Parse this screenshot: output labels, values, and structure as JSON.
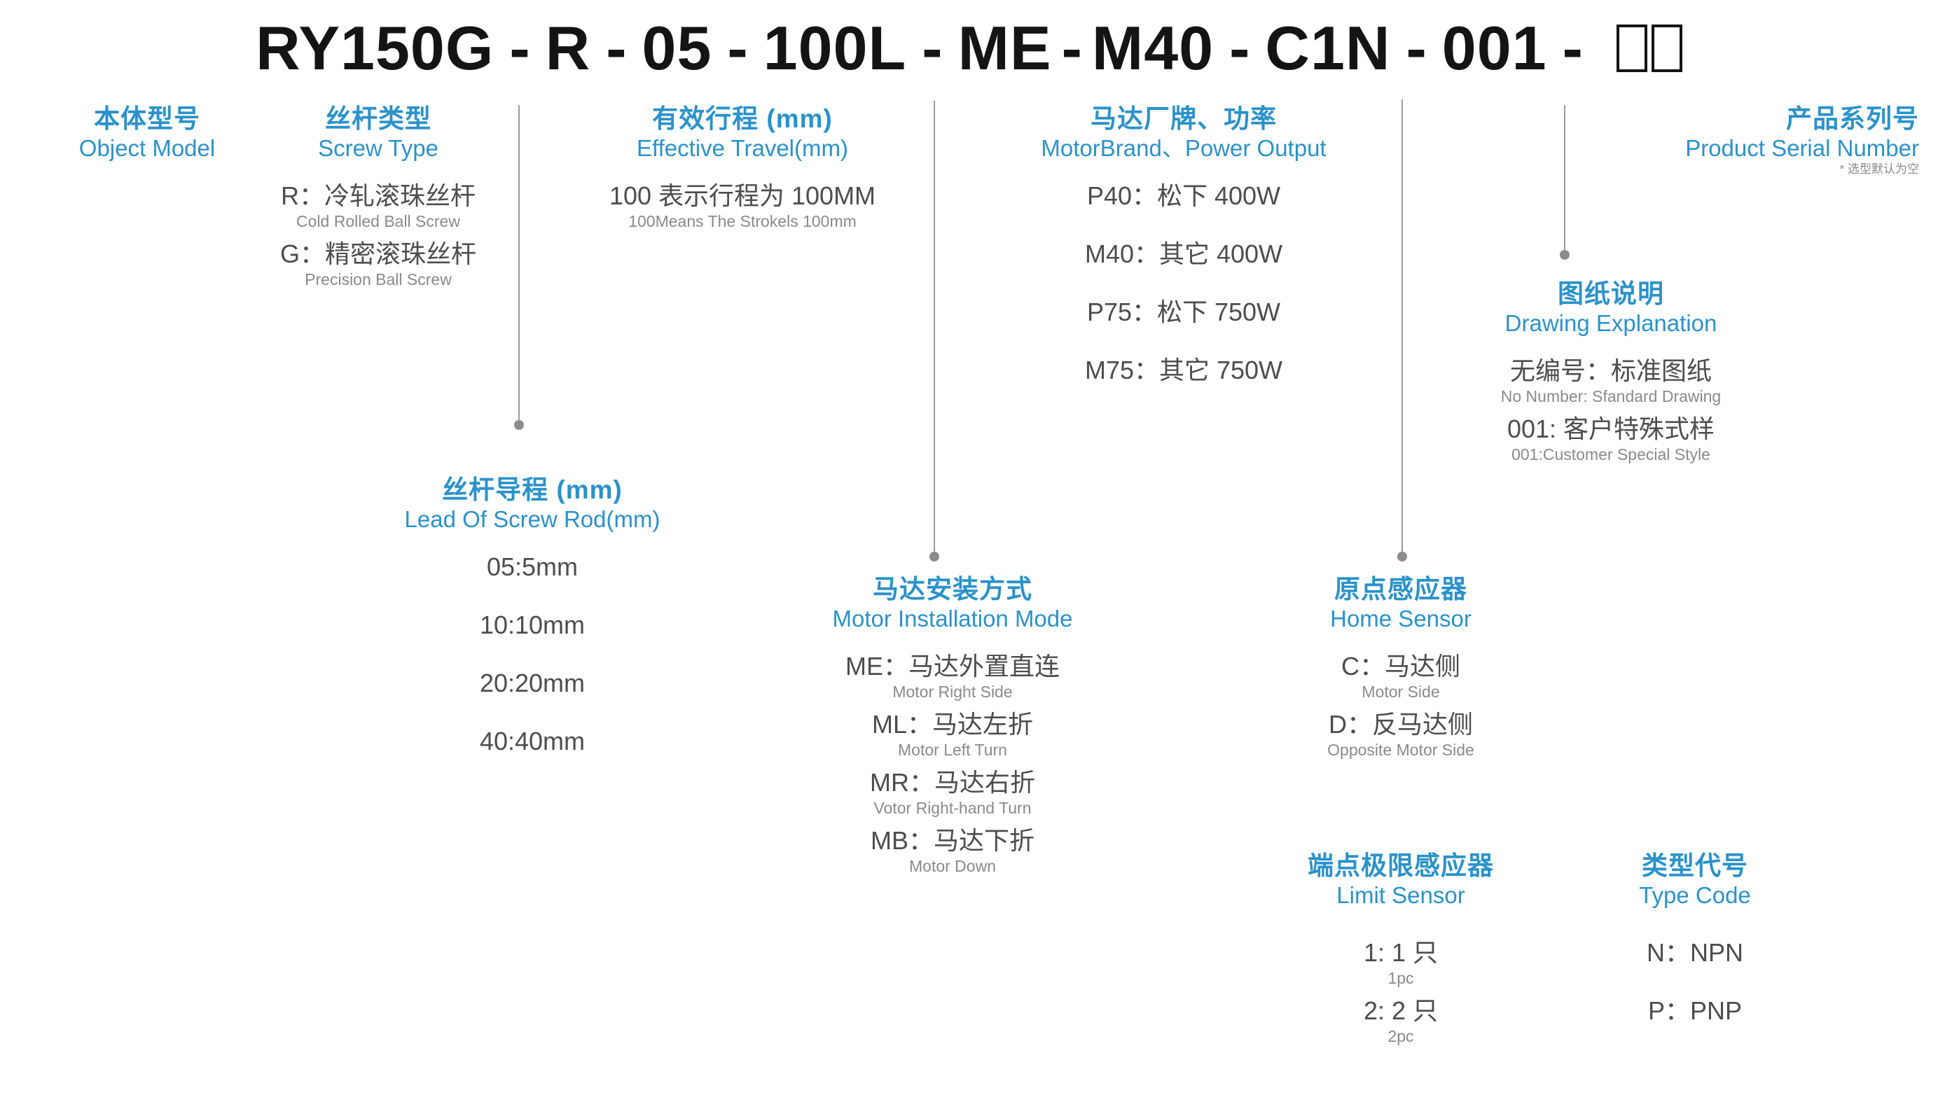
{
  "model_code": {
    "segments": [
      "RY150G",
      "R",
      "05",
      "100L",
      "ME",
      "M40",
      "C1N",
      "001"
    ],
    "separator": "-",
    "trailing_blank_boxes": 2
  },
  "sections": {
    "object_model": {
      "cn": "本体型号",
      "en": "Object Model"
    },
    "screw_type": {
      "cn": "丝杆类型",
      "en": "Screw Type",
      "options": [
        {
          "cn": "R：冷轧滚珠丝杆",
          "en": "Cold Rolled Ball Screw"
        },
        {
          "cn": "G：精密滚珠丝杆",
          "en": "Precision Ball Screw"
        }
      ]
    },
    "effective_travel": {
      "cn": "有效行程 (mm)",
      "en": "Effective Travel(mm)",
      "options": [
        {
          "cn": "100 表示行程为 100MM",
          "en": "100Means The Strokels 100mm"
        }
      ]
    },
    "motor_brand_power": {
      "cn": "马达厂牌、功率",
      "en": "MotorBrand、Power Output",
      "options": [
        {
          "cn": "P40：松下 400W",
          "en": ""
        },
        {
          "cn": "M40：其它 400W",
          "en": ""
        },
        {
          "cn": "P75：松下 750W",
          "en": ""
        },
        {
          "cn": "M75：其它 750W",
          "en": ""
        }
      ]
    },
    "product_serial_number": {
      "cn": "产品系列号",
      "en": "Product Serial Number",
      "note": "* 选型默认为空"
    },
    "drawing_explanation": {
      "cn": "图纸说明",
      "en": "Drawing Explanation",
      "options": [
        {
          "cn": "无编号：标准图纸",
          "en": "No Number: Sfandard Drawing"
        },
        {
          "cn": "001: 客户特殊式样",
          "en": "001:Customer Special Style"
        }
      ]
    },
    "lead_of_screw_rod": {
      "cn": "丝杆导程 (mm)",
      "en": "Lead Of Screw Rod(mm)",
      "options": [
        {
          "cn": "05:5mm",
          "en": ""
        },
        {
          "cn": "10:10mm",
          "en": ""
        },
        {
          "cn": "20:20mm",
          "en": ""
        },
        {
          "cn": "40:40mm",
          "en": ""
        }
      ]
    },
    "motor_installation_mode": {
      "cn": "马达安装方式",
      "en": "Motor Installation Mode",
      "options": [
        {
          "cn": "ME：马达外置直连",
          "en": "Motor Right Side"
        },
        {
          "cn": "ML：马达左折",
          "en": "Motor Left Turn"
        },
        {
          "cn": "MR：马达右折",
          "en": "Votor Right-hand Turn"
        },
        {
          "cn": "MB：马达下折",
          "en": "Motor Down"
        }
      ]
    },
    "home_sensor": {
      "cn": "原点感应器",
      "en": "Home Sensor",
      "options": [
        {
          "cn": "C：马达侧",
          "en": "Motor Side"
        },
        {
          "cn": "D：反马达侧",
          "en": "Opposite Motor Side"
        }
      ]
    },
    "limit_sensor": {
      "cn": "端点极限感应器",
      "en": "Limit Sensor",
      "options": [
        {
          "cn": "1: 1 只",
          "en": "1pc"
        },
        {
          "cn": "2: 2 只",
          "en": "2pc"
        }
      ]
    },
    "type_code": {
      "cn": "类型代号",
      "en": "Type Code",
      "options": [
        {
          "cn": "N：NPN",
          "en": ""
        },
        {
          "cn": "P：PNP",
          "en": ""
        }
      ]
    }
  },
  "colors": {
    "accent_blue": "#2b92c9",
    "code_black": "#141414",
    "option_gray": "#4d4d4d",
    "subtext_gray": "#8a8a8a",
    "leader_gray": "#9a9a9a"
  }
}
